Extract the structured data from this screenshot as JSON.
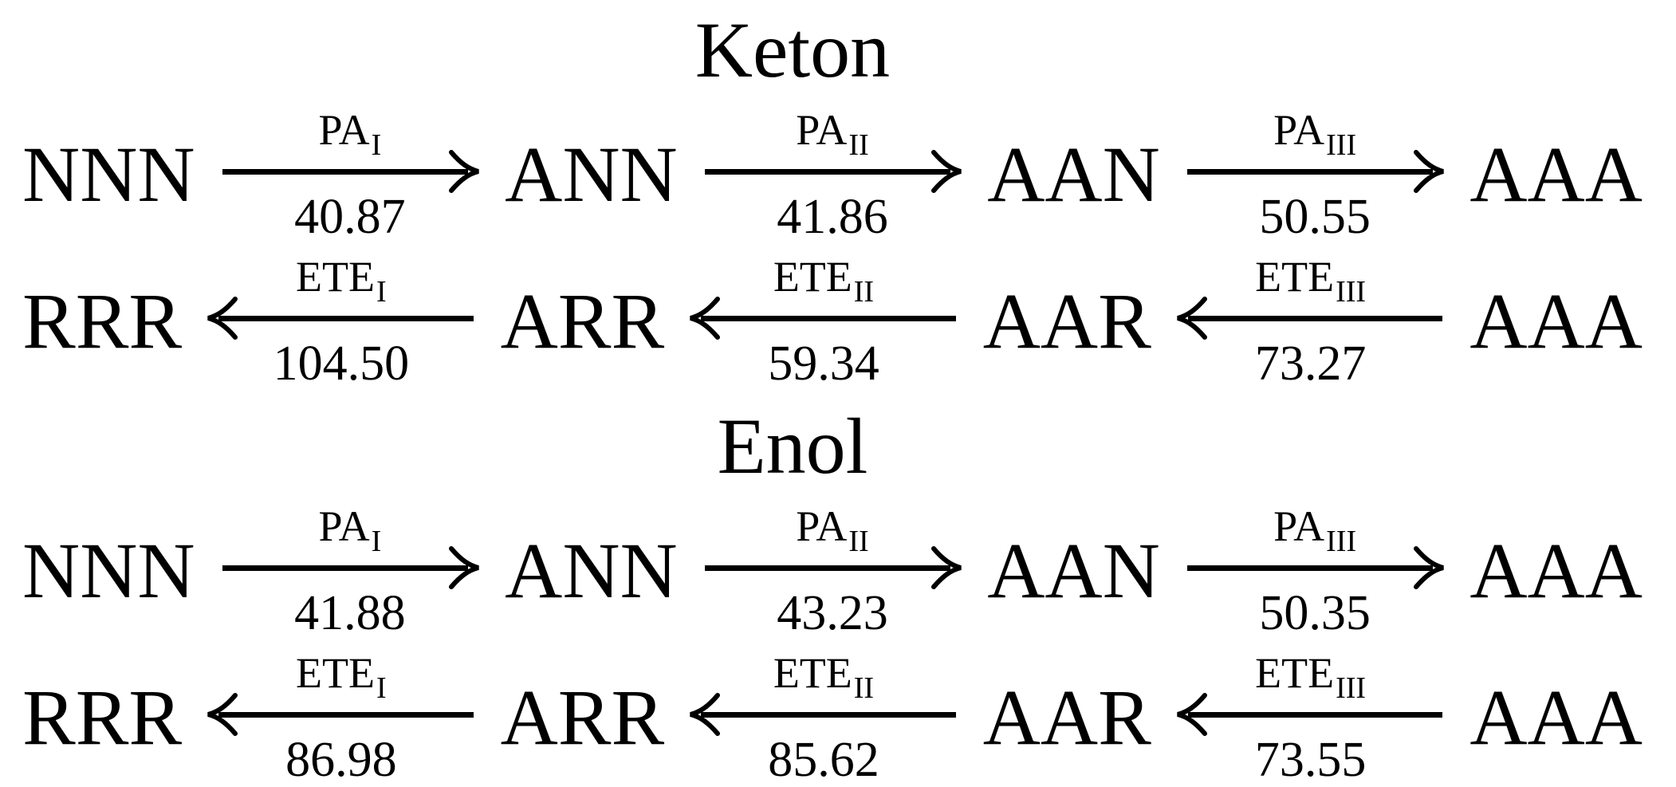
{
  "figure": {
    "colors": {
      "ink": "#000000",
      "background": "#ffffff"
    },
    "sections": [
      {
        "title": "Keton",
        "rows": [
          {
            "direction": "right",
            "species": [
              "NNN",
              "ANN",
              "AAN",
              "AAA"
            ],
            "steps": [
              {
                "label": "PA",
                "subscript": "I",
                "value": "40.87"
              },
              {
                "label": "PA",
                "subscript": "II",
                "value": "41.86"
              },
              {
                "label": "PA",
                "subscript": "III",
                "value": "50.55"
              }
            ]
          },
          {
            "direction": "left",
            "species": [
              "RRR",
              "ARR",
              "AAR",
              "AAA"
            ],
            "steps": [
              {
                "label": "ETE",
                "subscript": "I",
                "value": "104.50"
              },
              {
                "label": "ETE",
                "subscript": "II",
                "value": "59.34"
              },
              {
                "label": "ETE",
                "subscript": "III",
                "value": "73.27"
              }
            ]
          }
        ]
      },
      {
        "title": "Enol",
        "rows": [
          {
            "direction": "right",
            "species": [
              "NNN",
              "ANN",
              "AAN",
              "AAA"
            ],
            "steps": [
              {
                "label": "PA",
                "subscript": "I",
                "value": "41.88"
              },
              {
                "label": "PA",
                "subscript": "II",
                "value": "43.23"
              },
              {
                "label": "PA",
                "subscript": "III",
                "value": "50.35"
              }
            ]
          },
          {
            "direction": "left",
            "species": [
              "RRR",
              "ARR",
              "AAR",
              "AAA"
            ],
            "steps": [
              {
                "label": "ETE",
                "subscript": "I",
                "value": "86.98"
              },
              {
                "label": "ETE",
                "subscript": "II",
                "value": "85.62"
              },
              {
                "label": "ETE",
                "subscript": "III",
                "value": "73.55"
              }
            ]
          }
        ]
      }
    ]
  }
}
